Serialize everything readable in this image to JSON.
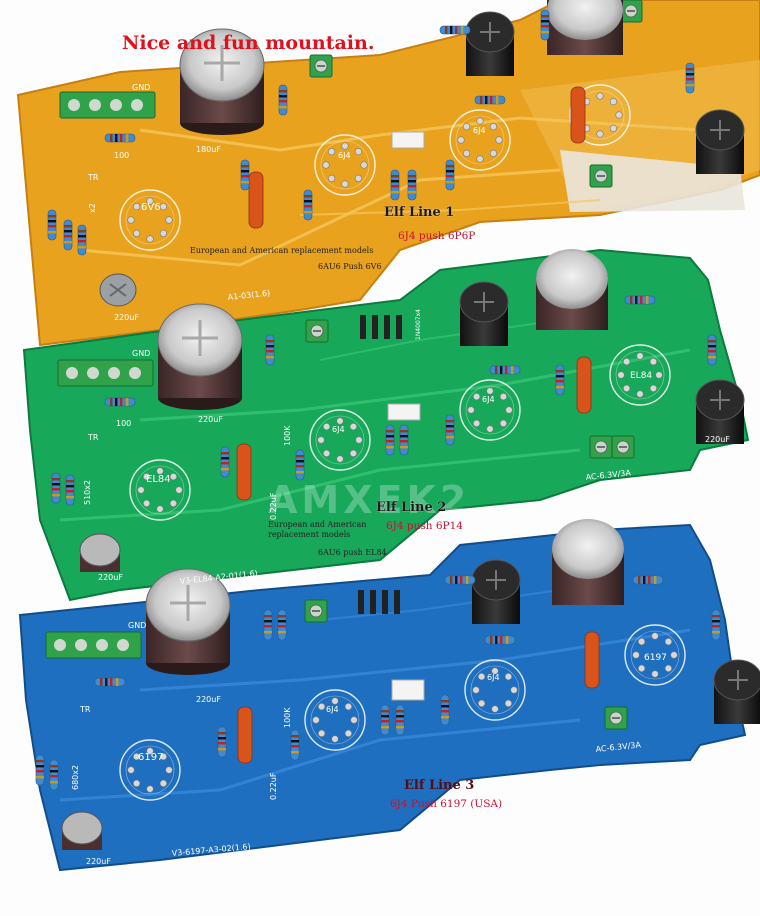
{
  "caption_top": "Nice and fun mountain.",
  "watermark": "AMXEK2",
  "board1": {
    "title": "Elf Line 1",
    "subtitle": "6J4 push 6P6P",
    "note_models": "European and American replacement models",
    "note_sub": "6AU6 Push 6V6",
    "silk": {
      "model": "A1-03(1.6)",
      "cap_main": "180uF",
      "cap_small": "220uF",
      "res": "100",
      "tube_left": "6V6",
      "tube_mid": "6J4",
      "tube_right": "6J4",
      "res_x2": "x2",
      "gnd": "GND",
      "tr": "TR"
    }
  },
  "board2": {
    "title": "Elf Line 2",
    "subtitle": "6J4 push 6P14",
    "note_models": "European and American replacement models",
    "note_sub": "6AU6 push EL84",
    "silk": {
      "model": "V3-EL84-A2-01(1.6)",
      "cap_main": "220uF",
      "cap_left": "220uF",
      "cap_right": "220uF",
      "res_x2": "510x2",
      "res_100": "100",
      "res_100k": "100K",
      "cap_022": "0.22uF",
      "tube_left": "EL84",
      "tube_mid": "6J4",
      "tube_mid2": "6J4",
      "tube_right": "EL84",
      "ac": "AC-6.3V/3A",
      "gnd": "GND",
      "tr": "TR",
      "ak": "1N4007x4"
    }
  },
  "board3": {
    "title": "Elf Line 3",
    "subtitle": "6J4 Push 6197 (USA)",
    "silk": {
      "model": "V3-6197-A3-02(1.6)",
      "cap_main": "220uF",
      "cap_left": "220uF",
      "res_x2": "680x2",
      "res_100k": "100K",
      "cap_022": "0.22uF",
      "tube_left": "6197",
      "tube_mid": "6J4",
      "tube_mid2": "6J4",
      "tube_right": "6197",
      "ac": "AC-6.3V/3A",
      "gnd": "GND",
      "tr": "TR"
    }
  },
  "colors": {
    "board1": "#e8a21e",
    "board2": "#17a85a",
    "board3": "#1f6fc0",
    "title_red": "#e0101c",
    "capacitor_body": "#5a3b3a",
    "resistor_body": "#3f8ad0"
  }
}
